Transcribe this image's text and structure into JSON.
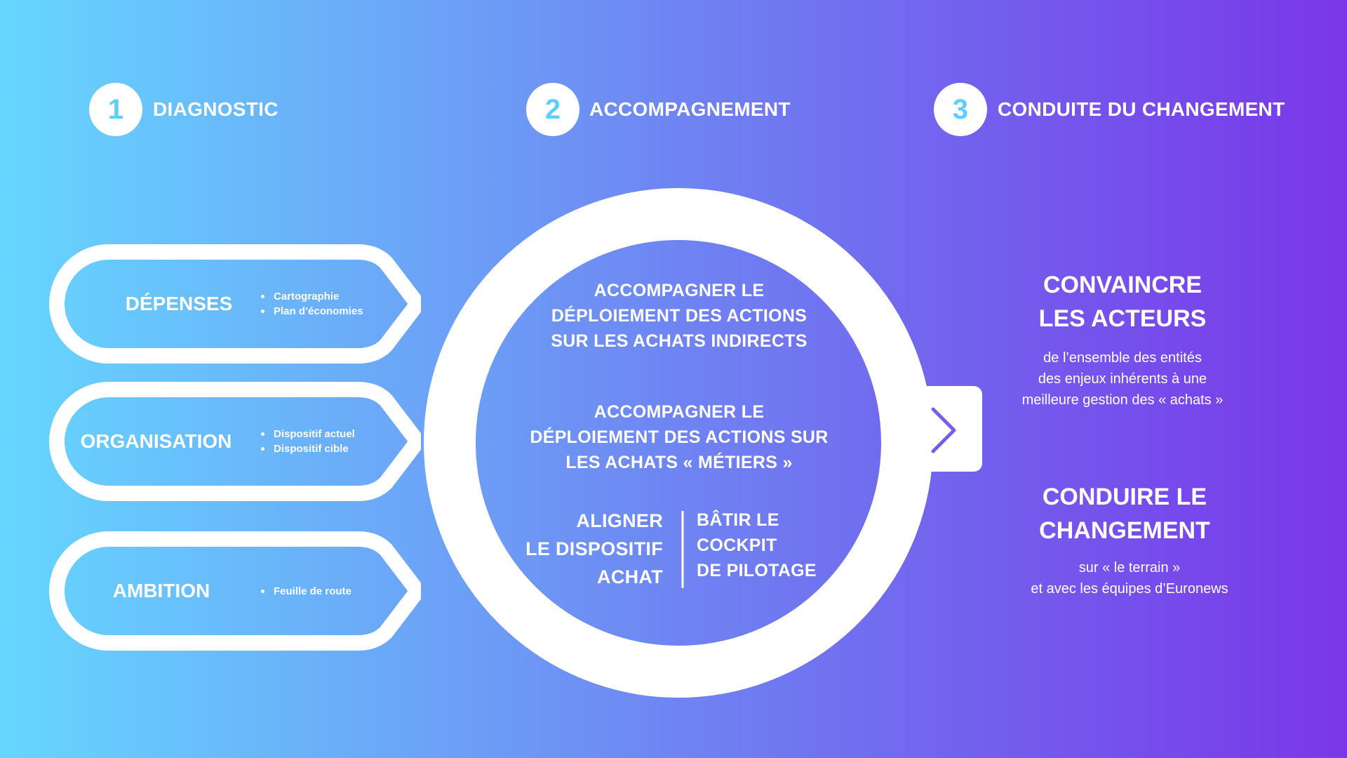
{
  "steps": [
    {
      "number": "1",
      "title": "DIAGNOSTIC"
    },
    {
      "number": "2",
      "title": "ACCOMPAGNEMENT"
    },
    {
      "number": "3",
      "title": "CONDUITE DU CHANGEMENT"
    }
  ],
  "diagnostic_items": [
    {
      "title": "DÉPENSES",
      "bullets": [
        "Cartographie",
        "Plan d’économies"
      ]
    },
    {
      "title": "ORGANISATION",
      "bullets": [
        "Dispositif actuel",
        "Dispositif cible"
      ]
    },
    {
      "title": "AMBITION",
      "bullets": [
        "Feuille de route"
      ]
    }
  ],
  "accompagnement": {
    "block1": [
      "ACCOMPAGNER LE",
      "DÉPLOIEMENT DES ACTIONS",
      "SUR LES ACHATS INDIRECTS"
    ],
    "block2": [
      "ACCOMPAGNER LE",
      "DÉPLOIEMENT DES ACTIONS SUR",
      "LES ACHATS « MÉTIERS »"
    ],
    "left_col": [
      "ALIGNER",
      "LE DISPOSITIF",
      "ACHAT"
    ],
    "right_col": [
      "BÂTIR LE",
      "COCKPIT",
      "DE PILOTAGE"
    ]
  },
  "conduite": {
    "section1": {
      "title": [
        "CONVAINCRE",
        "LES ACTEURS"
      ],
      "text": [
        "de l’ensemble des entités",
        "des enjeux inhérents à une",
        "meilleure gestion des « achats »"
      ]
    },
    "section2": {
      "title": [
        "CONDUIRE LE",
        "CHANGEMENT"
      ],
      "text": [
        "sur « le terrain »",
        "et  avec les  équipes d’Euronews"
      ]
    }
  },
  "colors": {
    "gradient_start": "#66d6ff",
    "gradient_end": "#7a37e9",
    "step_number": "#5ccfff",
    "arrow": "#7a5cec"
  }
}
